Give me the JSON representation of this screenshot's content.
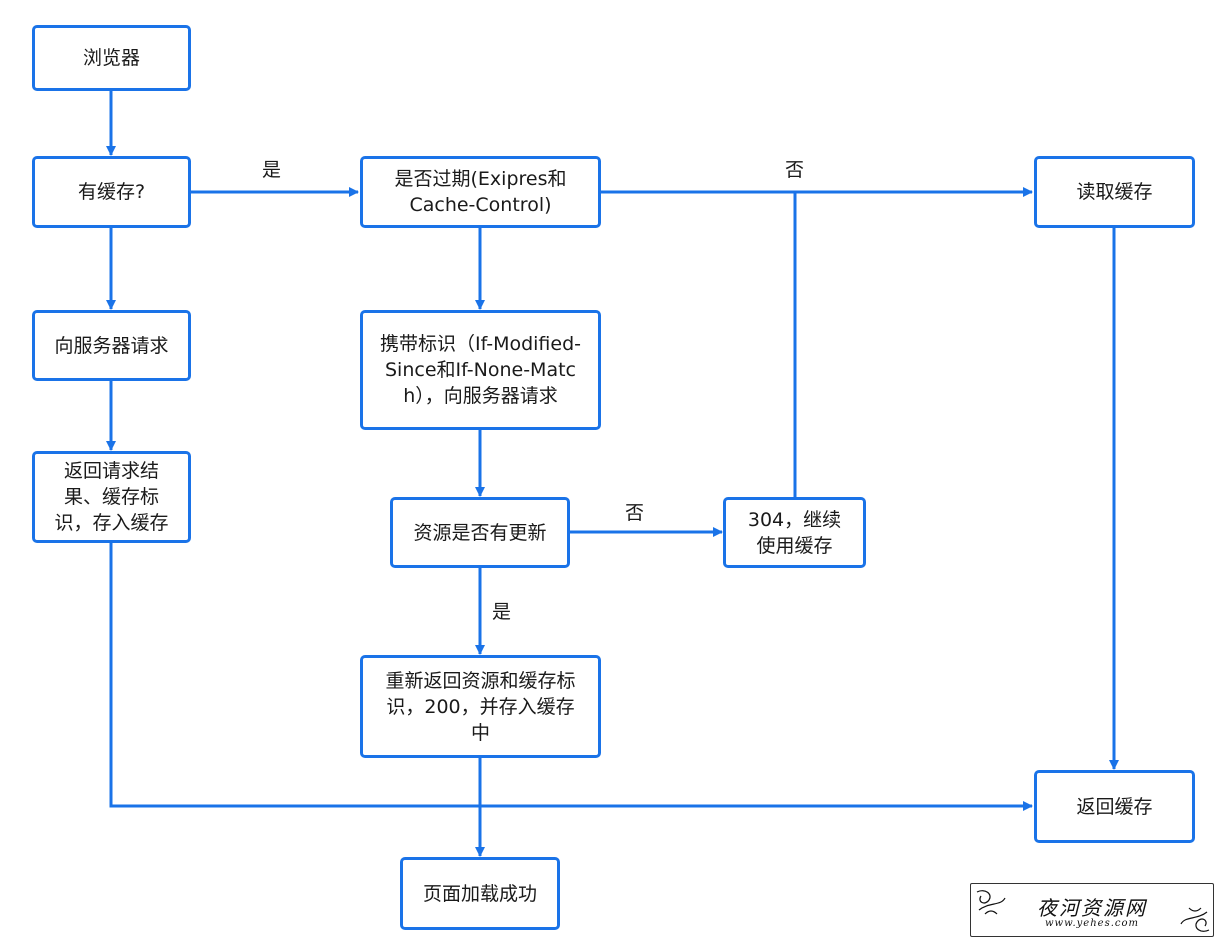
{
  "colors": {
    "accent": "#1a73e8",
    "text": "#1a1a1a",
    "background": "#ffffff"
  },
  "nodes": {
    "browser": "浏览器",
    "has_cache": "有缓存?",
    "request_server": "向服务器请求",
    "return_result": "返回请求结果、缓存标识，存入缓存",
    "expired_check": "是否过期(Exipres和Cache-Control)",
    "with_identifiers": "携带标识（If-Modified-Since和If-None-Match），向服务器请求",
    "resource_updated": "资源是否有更新",
    "status_304": "304，继续使用缓存",
    "status_200": "重新返回资源和缓存标识，200，并存入缓存中",
    "page_loaded": "页面加载成功",
    "read_cache": "读取缓存",
    "return_cache": "返回缓存"
  },
  "edge_labels": {
    "yes_has_cache": "是",
    "no_expired": "否",
    "no_updated": "否",
    "yes_updated": "是"
  },
  "watermark": {
    "title": "夜河资源网",
    "url": "www.yehes.com"
  }
}
